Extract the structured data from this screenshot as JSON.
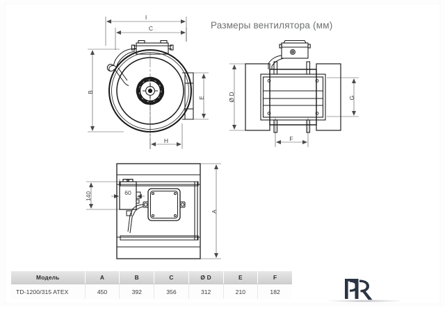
{
  "page": {
    "title": "Размеры вентилятора (мм)",
    "background_color": "#ffffff",
    "line_color": "#1b1b1b",
    "dimension_color": "#4a4a4a",
    "title_color": "#6e7072"
  },
  "drawings": [
    {
      "name": "front-view-impeller",
      "dimension_labels": [
        "I",
        "C",
        "B",
        "E",
        "H"
      ]
    },
    {
      "name": "side-view-motor",
      "dimension_labels": [
        "Ø D",
        "G",
        "F"
      ]
    },
    {
      "name": "top-view-junction-box",
      "dimension_labels": [
        "140",
        "60",
        "A"
      ]
    }
  ],
  "dimension_labels": {
    "I": "I",
    "C": "C",
    "B": "B",
    "E": "E",
    "H": "H",
    "D": "Ø D",
    "G": "G",
    "F": "F",
    "A": "A",
    "n140": "140",
    "n60": "60"
  },
  "table": {
    "headers": [
      "Модель",
      "A",
      "B",
      "C",
      "Ø D",
      "E",
      "F"
    ],
    "rows": [
      {
        "model": "TD-1200/315 ATEX",
        "A": "450",
        "B": "392",
        "C": "356",
        "D": "312",
        "E": "210",
        "F": "182"
      }
    ]
  },
  "logo": {
    "text": "PR",
    "color": "#2b3442"
  }
}
